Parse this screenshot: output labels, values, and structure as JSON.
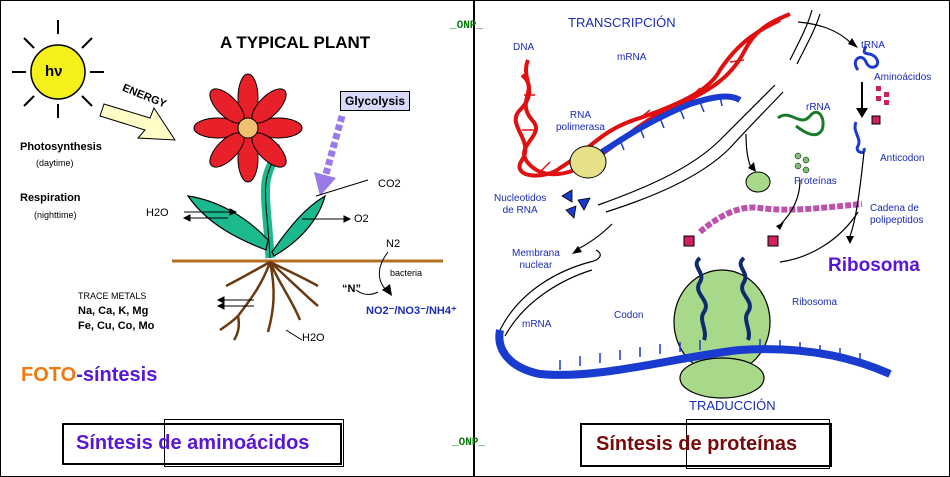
{
  "left_panel": {
    "title": "A TYPICAL PLANT",
    "sun_label": "hν",
    "energy_label": "ENERGY",
    "glycolysis_label": "Glycolysis",
    "photosynthesis_label": "Photosynthesis",
    "photosynthesis_time": "(daytime)",
    "respiration_label": "Respiration",
    "respiration_time": "(nighttime)",
    "co2_label": "CO2",
    "o2_label": "O2",
    "h2o_leaf_label": "H2O",
    "n2_label": "N2",
    "bacteria_label": "bacteria",
    "n_label": "“N”",
    "nitrogen_forms": "NO2⁻/NO3⁻/NH4⁺",
    "trace_metals_title": "TRACE METALS",
    "trace_metals_line1": "Na, Ca, K, Mg",
    "trace_metals_line2": "Fe, Cu, Co, Mo",
    "h2o_root_label": "H2O",
    "foto_part1": "FOTO",
    "foto_part2": "-síntesis",
    "bottom_box_part1": "Síntesis ",
    "bottom_box_part2": "de aminoácidos"
  },
  "right_panel": {
    "transcripcion": "TRANSCRIPCIÓN",
    "dna": "DNA",
    "mrna_top": "mRNA",
    "rna_polimerasa": "RNA\npolimerasa",
    "nucleotidos": "Nucleotidos\nde RNA",
    "membrana": "Membrana\nnuclear",
    "mrna_left": "mRNA",
    "codon": "Codon",
    "trna": "tRNA",
    "aminoacidos": "Aminoácidos",
    "anticodon": "Anticodon",
    "rrna": "rRNA",
    "proteinas": "Proteínas",
    "cadena": "Cadena de\npolipeptidos",
    "ribosoma_big": "Ribosoma",
    "ribosoma_small": "Ribosoma",
    "traduccion": "TRADUCCIÓN",
    "bottom_box_part1": "Síntesis ",
    "bottom_box_part2": "de proteínas"
  },
  "watermark_top": "_ONP_",
  "watermark_bottom": "_ONP_",
  "colors": {
    "purple": "#5a16d6",
    "orange": "#f07a10",
    "maroon": "#7a0a0a",
    "blue_text": "#1a2bb8",
    "dna_red": "#e01010",
    "mrna_blue": "#1a3bd0",
    "leaf_green": "#1cb88e",
    "sun_yellow": "#f5f01a",
    "ribosome_green": "#a8d88a"
  }
}
